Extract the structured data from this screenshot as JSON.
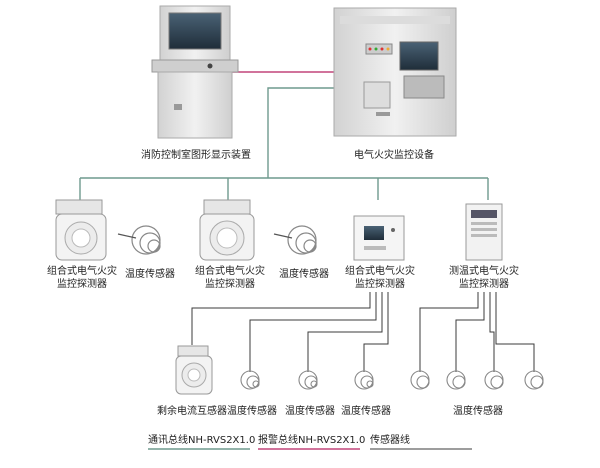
{
  "labels": {
    "graphic_display": "消防控制室图形显示装置",
    "monitor_device": "电气火灾监控设备",
    "combo_detector_1_line1": "组合式电气火灾",
    "combo_detector_1_line2": "监控探测器",
    "temp_sensor_1": "温度传感器",
    "combo_detector_2_line1": "组合式电气火灾",
    "combo_detector_2_line2": "监控探测器",
    "temp_sensor_2": "温度传感器",
    "combo_detector_3_line1": "组合式电气火灾",
    "combo_detector_3_line2": "监控探测器",
    "thermal_detector_line1": "测温式电气火灾",
    "thermal_detector_line2": "监控探测器",
    "residual_ct": "剩余电流互感器",
    "temp_sensor_a": "温度传感器",
    "temp_sensor_b": "温度传感器",
    "temp_sensor_c": "温度传感器",
    "temp_sensor_group": "温度传感器"
  },
  "legend": {
    "comm_bus": "通讯总线NH-RVS2X1.0",
    "alarm_bus": "报警总线NH-RVS2X1.0",
    "sensor_line": "传感器线"
  },
  "colors": {
    "comm_bus": "#6f9a8e",
    "alarm_bus": "#c2457a",
    "sensor_line": "#3b3b3b",
    "cabinet": "#e4e4e4",
    "screen": "#2e3f4f"
  }
}
